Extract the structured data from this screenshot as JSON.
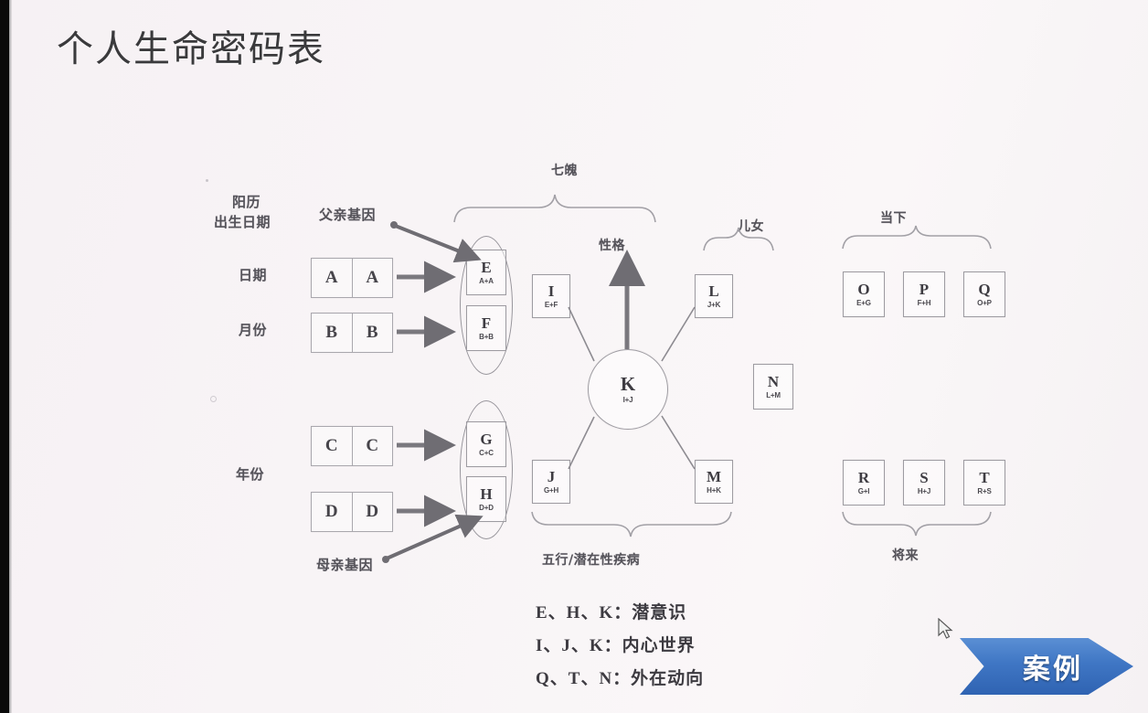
{
  "slide": {
    "title": "个人生命密码表",
    "background_color": "#f7f3f5"
  },
  "labels": {
    "birth_date_line1": "阳历",
    "birth_date_line2": "出生日期",
    "father_gene": "父亲基因",
    "mother_gene": "母亲基因",
    "day": "日期",
    "month": "月份",
    "year": "年份",
    "seven_po": "七魄",
    "personality": "性格",
    "children": "儿女",
    "present": "当下",
    "five_elements": "五行/潜在性疾病",
    "future": "将来"
  },
  "pair_boxes": [
    {
      "id": "row-A",
      "left": "A",
      "right": "A"
    },
    {
      "id": "row-B",
      "left": "B",
      "right": "B"
    },
    {
      "id": "row-C",
      "left": "C",
      "right": "C"
    },
    {
      "id": "row-D",
      "left": "D",
      "right": "D"
    }
  ],
  "nodes": {
    "E": {
      "letter": "E",
      "formula": "A+A"
    },
    "F": {
      "letter": "F",
      "formula": "B+B"
    },
    "G": {
      "letter": "G",
      "formula": "C+C"
    },
    "H": {
      "letter": "H",
      "formula": "D+D"
    },
    "I": {
      "letter": "I",
      "formula": "E+F"
    },
    "J": {
      "letter": "J",
      "formula": "G+H"
    },
    "K": {
      "letter": "K",
      "formula": "I+J"
    },
    "L": {
      "letter": "L",
      "formula": "J+K"
    },
    "M": {
      "letter": "M",
      "formula": "H+K"
    },
    "N": {
      "letter": "N",
      "formula": "L+M"
    },
    "O": {
      "letter": "O",
      "formula": "E+G"
    },
    "P": {
      "letter": "P",
      "formula": "F+H"
    },
    "Q": {
      "letter": "Q",
      "formula": "O+P"
    },
    "R": {
      "letter": "R",
      "formula": "G+I"
    },
    "S": {
      "letter": "S",
      "formula": "H+J"
    },
    "T": {
      "letter": "T",
      "formula": "R+S"
    }
  },
  "legend": [
    "E、H、K：潜意识",
    "I、J、K：内心世界",
    "Q、T、N：外在动向"
  ],
  "banner": {
    "label": "案例",
    "color": "#3f76c4"
  }
}
